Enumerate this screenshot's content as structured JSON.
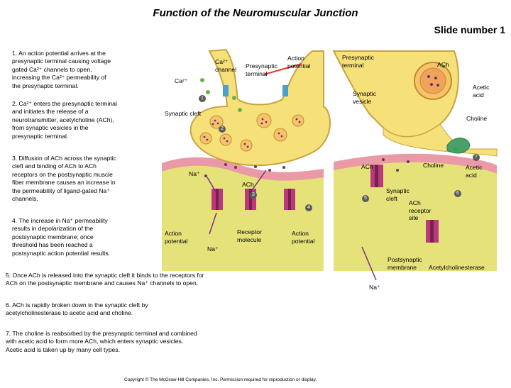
{
  "title": "Function of the Neuromuscular Junction",
  "slide_number": "Slide number 1",
  "steps": [
    "1. An action potential arrives at the\n   presynaptic terminal causing voltage\n   gated Ca²⁺ channels to open,\n   increasing the Ca²⁺ permeability of\n   the presynaptic terminal.",
    "2. Ca²⁺ enters the presynaptic terminal\n   and initiates the release of a\n   neurotransmitter, acetylcholine (ACh),\n   from synaptic vesicles in the\n   presynaptic terminal.",
    "3. Diffusion of ACh across the synaptic\n   cleft and binding of ACh to ACh\n   receptors on the postsynaptic muscle\n   fiber membrane causes an increase in\n   the permeability of ligand-gated Na⁺\n   channels.",
    "4. The increase in Na⁺ permeability\n   results in depolarization of the\n   postsynaptic membrane; once\n   threshold has been reached a\n   postsynaptic action potential results.",
    "5. Once ACh is released into the synaptic cleft it binds to the receptors for\n   ACh on the postsynaptic membrane and causes Na⁺ channels to open.",
    "6. ACh is rapidly broken down in the synaptic cleft by\n   acetylcholinesterase to acetic acid and choline.",
    "7. The choline is reabsorbed by the presynaptic terminal and combined\n   with acetic acid to form more ACh, which enters synaptic vesicles.\n   Acetic acid is taken up by many cell types."
  ],
  "labels": {
    "ca_channel": "Ca²⁺\nchannel",
    "ca_ion": "Ca²⁺",
    "presynaptic_terminal_left": "Presynaptic\nterminal",
    "action_potential_top": "Action\npotential",
    "synaptic_cleft_left": "Synaptic cleft",
    "na_left": "Na⁺",
    "ach_center": "ACh",
    "action_potential_left": "Action\npotential",
    "na_bottom": "Na⁺",
    "receptor_molecule": "Receptor\nmolecule",
    "action_potential_right": "Action\npotential",
    "presynaptic_terminal_right": "Presynaptic\nterminal",
    "ach_top": "ACh",
    "acetic_acid_top": "Acetic\nacid",
    "synaptic_vesicle": "Synaptic\nvesicle",
    "choline_top": "Choline",
    "ach_right": "ACh",
    "choline_right": "Choline",
    "acetic_acid_right": "Acetic\nacid",
    "synaptic_cleft_right": "Synaptic\ncleft",
    "ach_receptor_site": "ACh\nreceptor\nsite",
    "postsynaptic_membrane": "Postsynaptic\nmembrane",
    "acetylcholinesterase": "Acetylcholinesterase",
    "na_right": "Na⁺"
  },
  "markers": [
    "1",
    "2",
    "3",
    "4",
    "5",
    "6",
    "7"
  ],
  "copyright": "Copyright © The McGraw-Hill Companies, Inc. Permission required for reproduction or display.",
  "colors": {
    "terminal_fill": "#f6e07a",
    "terminal_outline": "#c9a33d",
    "muscle_fill": "#e6e27a",
    "postsynaptic_band": "#e99aa6",
    "vesicle": "#f7c36a",
    "channel": "#c21e6a",
    "receptor": "#b83a7c",
    "arrow": "#7b2c86",
    "marker": "#5a5a5a",
    "cleft_bg": "#ffffff"
  }
}
